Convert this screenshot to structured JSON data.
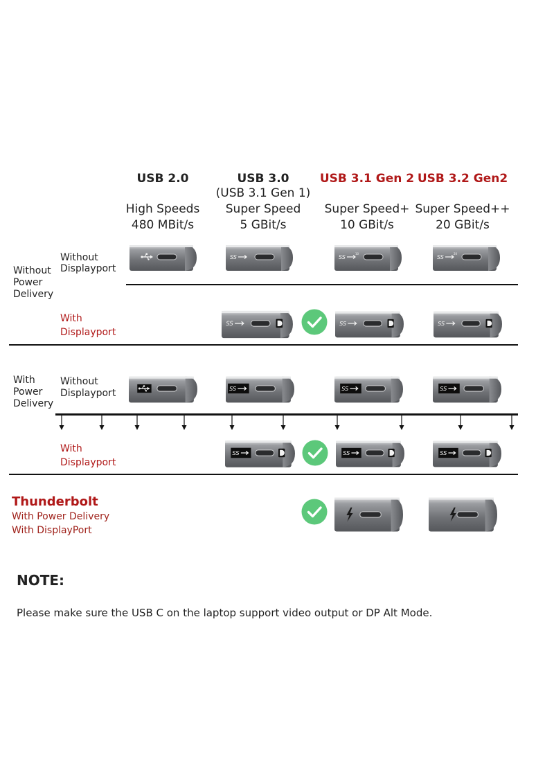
{
  "columns": [
    {
      "title": "USB 2.0",
      "lines": [
        "",
        "High Speeds",
        "480 MBit/s"
      ],
      "highlight": false
    },
    {
      "title": "USB 3.0",
      "lines": [
        "(USB 3.1 Gen 1)",
        "Super Speed",
        "5 GBit/s"
      ],
      "highlight": false
    },
    {
      "title": "USB 3.1 Gen 2",
      "lines": [
        "",
        "Super Speed+",
        "10 GBit/s"
      ],
      "highlight": true
    },
    {
      "title": "USB 3.2 Gen2",
      "lines": [
        "",
        "Super Speed++",
        "20 GBit/s"
      ],
      "highlight": true
    }
  ],
  "row_groups": {
    "without_pd": [
      "Without",
      "Power",
      "Delivery"
    ],
    "with_pd": [
      "With",
      "Power",
      "Delivery"
    ]
  },
  "sub_rows": {
    "without_dp": [
      "Without",
      "Displayport"
    ],
    "with_dp": [
      "With",
      "Displayport"
    ]
  },
  "thunderbolt": {
    "title": "Thunderbolt",
    "line1": "With Power Delivery",
    "line2": "With DisplayPort"
  },
  "note": {
    "title": "NOTE:",
    "text": "Please make sure the USB C on the laptop support video output or DP Alt Mode."
  },
  "icons": {
    "usb2": "usb-trident-icon",
    "ss": "superspeed-icon",
    "ss10": "superspeed-10-icon",
    "displayport": "displayport-icon",
    "thunderbolt": "thunderbolt-icon",
    "check": "check-circle-icon"
  },
  "colors": {
    "accent_red": "#b01818",
    "check_green": "#5cc87a",
    "port_body": "#7d7f83"
  }
}
